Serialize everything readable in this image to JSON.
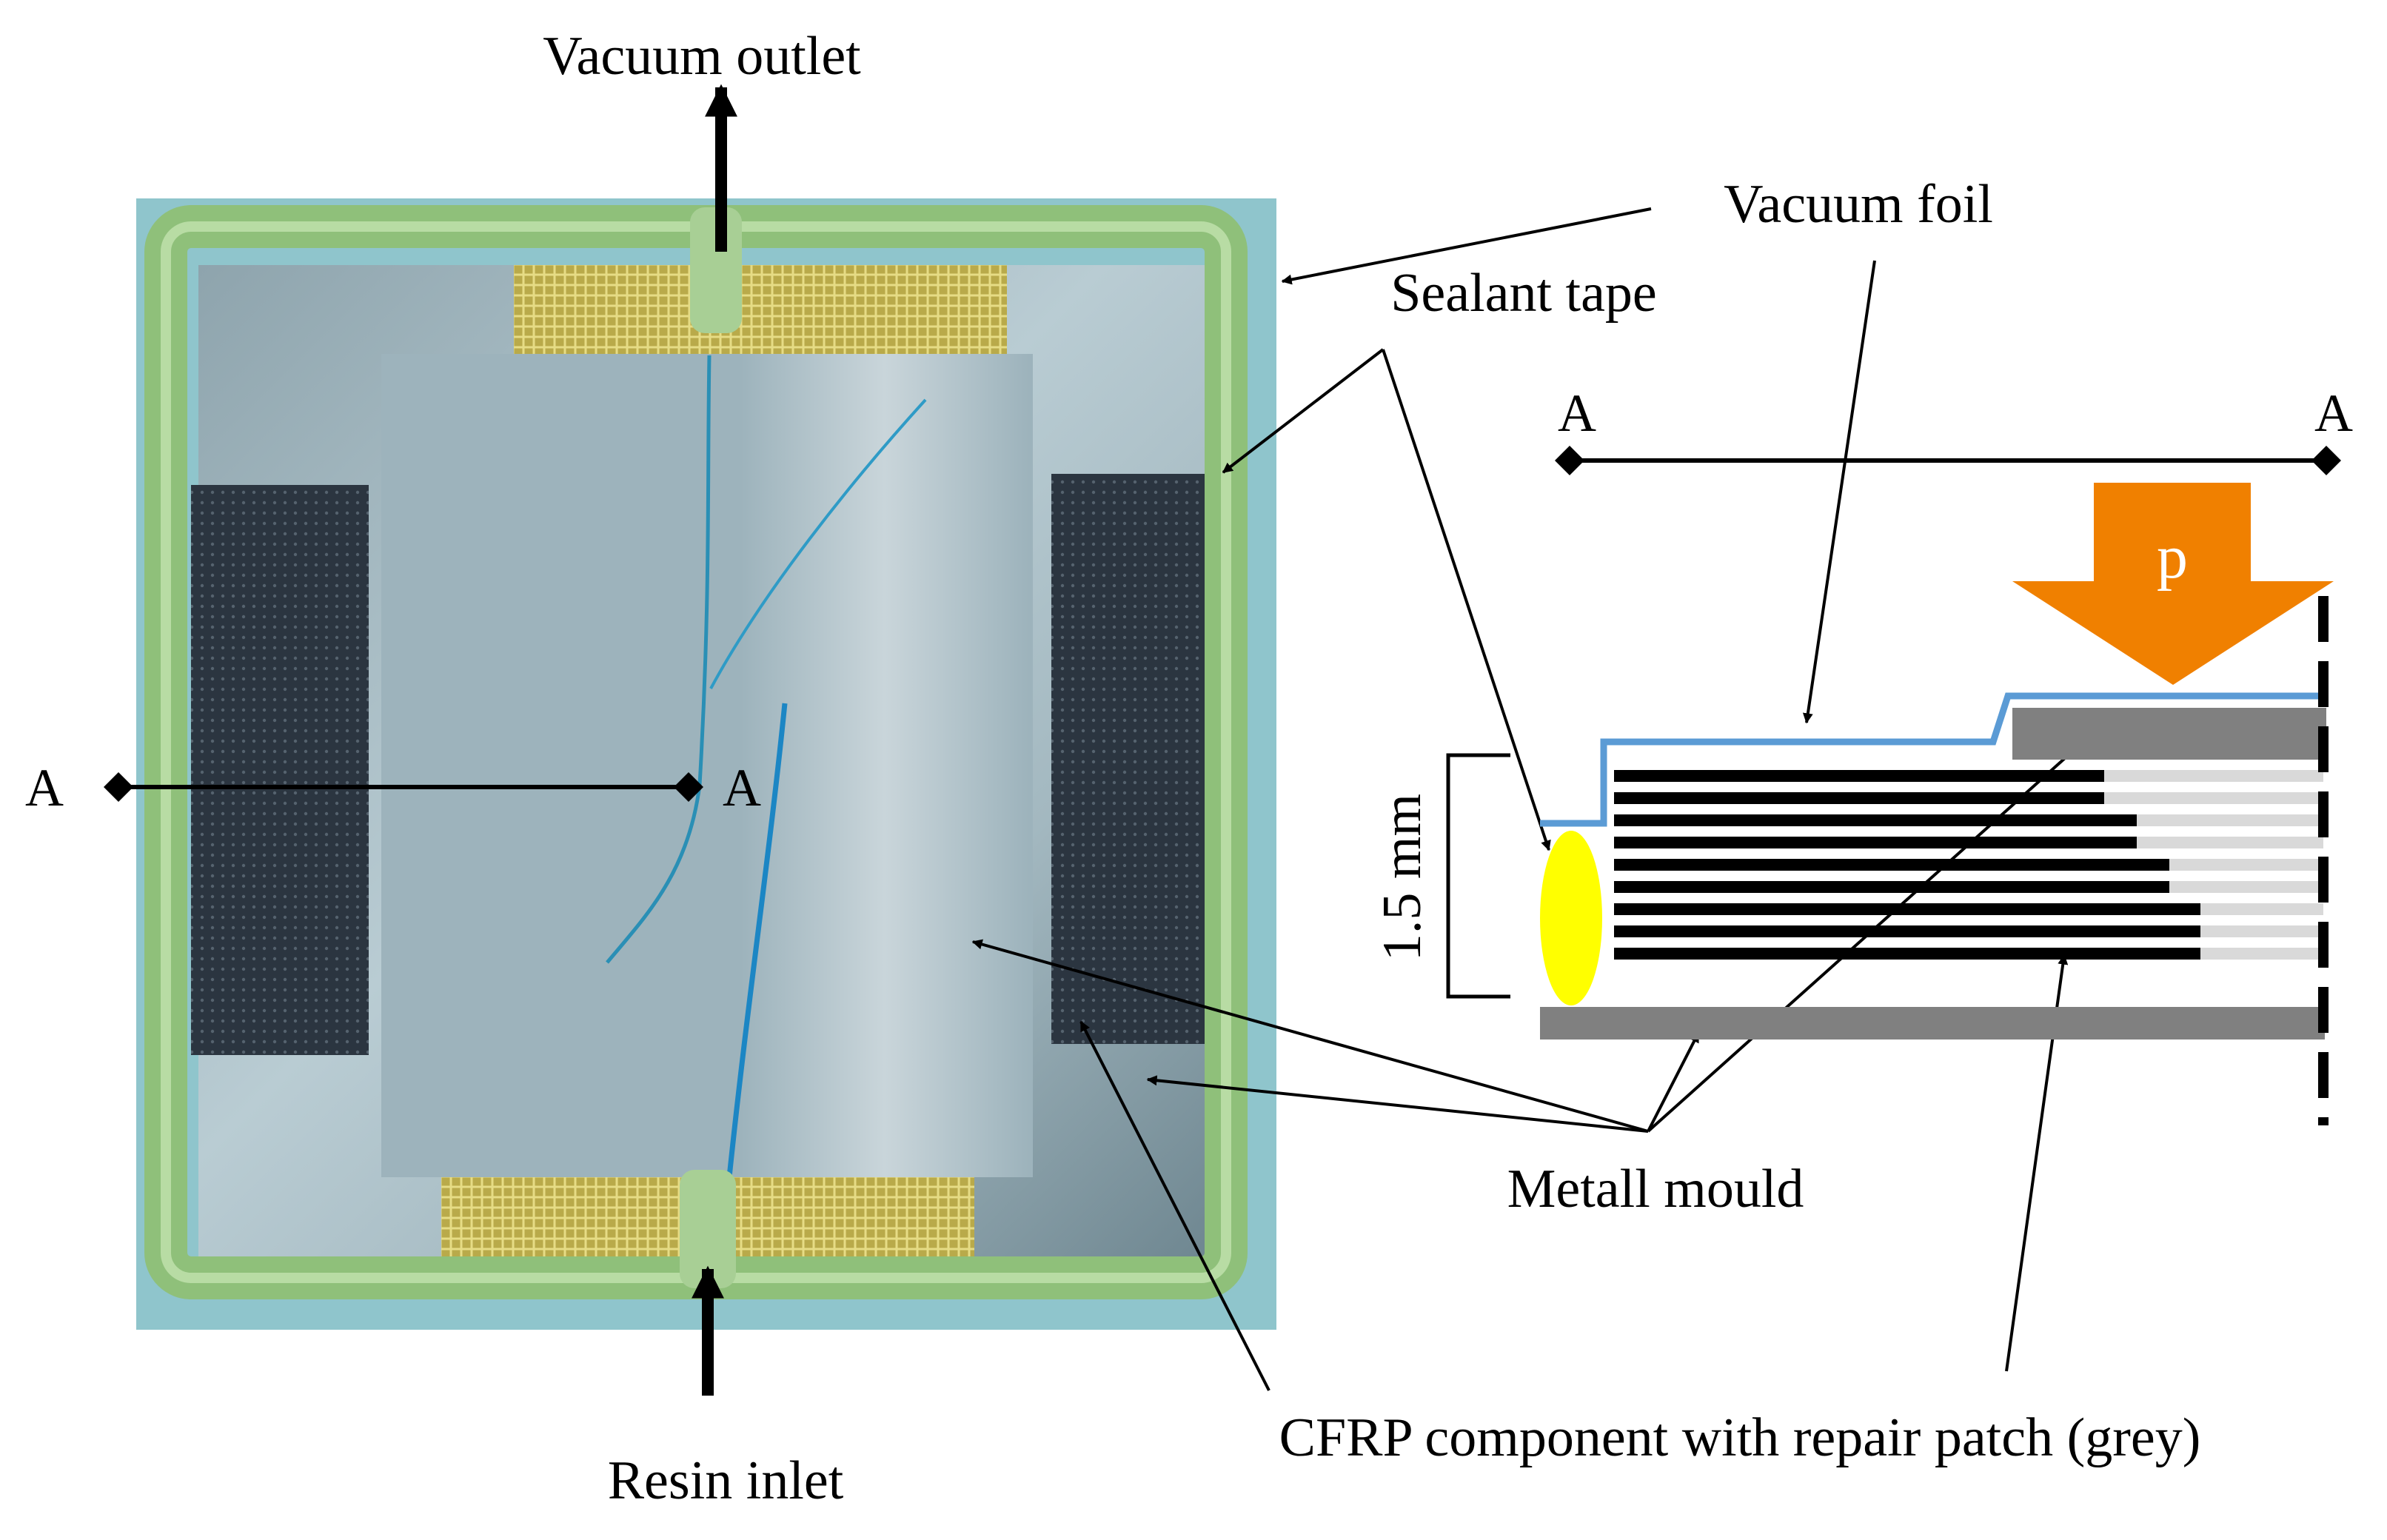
{
  "labels": {
    "vacuum_outlet": "Vacuum outlet",
    "vacuum_foil": "Vacuum foil",
    "sealant_tape": "Sealant tape",
    "metall_mould": "Metall mould",
    "cfrp_component": "CFRP component with repair patch (grey)",
    "resin_inlet": "Resin inlet",
    "thickness": "1.5 mm",
    "pressure": "p",
    "section_left_photo": "A",
    "section_right_photo": "A",
    "section_left_sketch": "A",
    "section_right_sketch": "A"
  },
  "colors": {
    "foil": "#9fd0d4",
    "sealant": "#8fc07a",
    "peel_ply": "#cdbb55",
    "mesh": "#2c3640",
    "metal": "#9fb2bb",
    "vacuum_line": "#5b9bd5",
    "pressure_arrow": "#f08000",
    "sealant_bead": "#ffff00",
    "mould_grey": "#808080",
    "patch_grey": "#d9d9d9"
  },
  "icons": {
    "section_marker": "diamond-icon",
    "arrow": "arrowhead-icon"
  }
}
